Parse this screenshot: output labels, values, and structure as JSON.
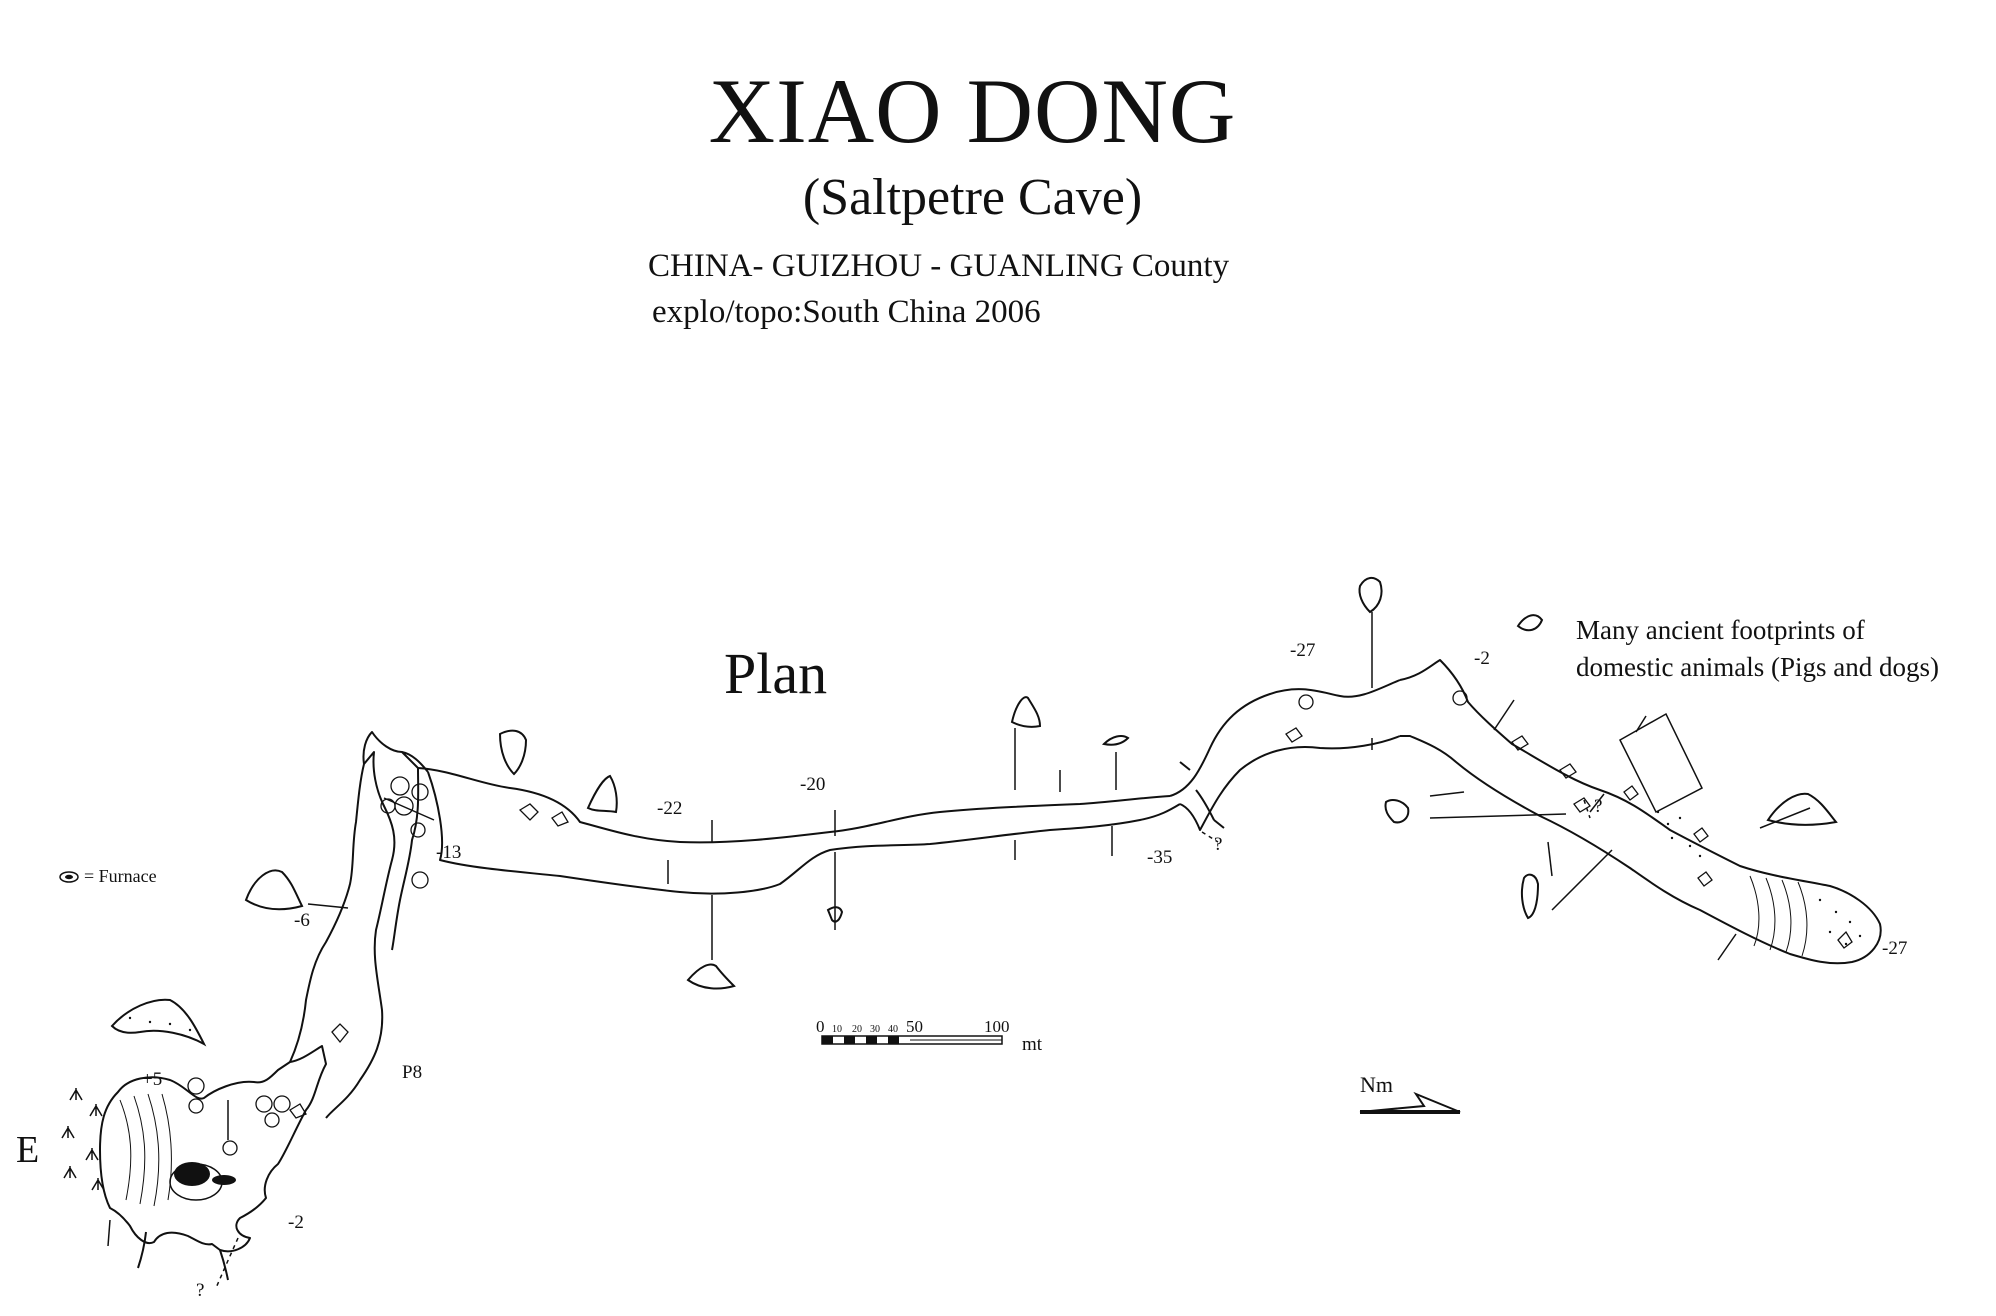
{
  "header": {
    "title": "XIAO DONG",
    "subtitle": "(Saltpetre Cave)",
    "location": "CHINA- GUIZHOU - GUANLING County",
    "survey": "explo/topo:South China 2006"
  },
  "map": {
    "view_label": "Plan",
    "legend": {
      "symbol": "furnace-icon",
      "text": "= Furnace"
    },
    "note": {
      "line1": "Many ancient footprints of",
      "line2": "domestic animals (Pigs and dogs)"
    },
    "depths": {
      "d_plus5": "+5",
      "d_m2a": "-2",
      "d_m6": "-6",
      "d_m13": "-13",
      "d_p8": "P8",
      "d_m22": "-22",
      "d_m20": "-20",
      "d_m35": "-35",
      "d_m27a": "-27",
      "d_m2b": "-2",
      "d_m27b": "-27",
      "q1": "?",
      "q2": "?",
      "q3": "?"
    },
    "entrance": "E",
    "north": "Nm",
    "scale": {
      "ticks": [
        "0",
        "10",
        "20",
        "30",
        "40",
        "50",
        "100"
      ],
      "unit": "mt"
    }
  }
}
